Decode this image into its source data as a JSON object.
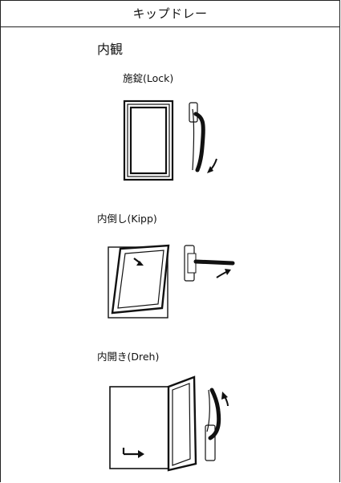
{
  "header": {
    "title": "キップドレー"
  },
  "section": {
    "title": "内観"
  },
  "items": [
    {
      "label": "施錠(Lock)",
      "illustration": "window-locked-handle-down-icon"
    },
    {
      "label": "内倒し(Kipp)",
      "illustration": "window-tilt-handle-horizontal-icon"
    },
    {
      "label": "内開き(Dreh)",
      "illustration": "window-turn-handle-up-icon"
    }
  ]
}
